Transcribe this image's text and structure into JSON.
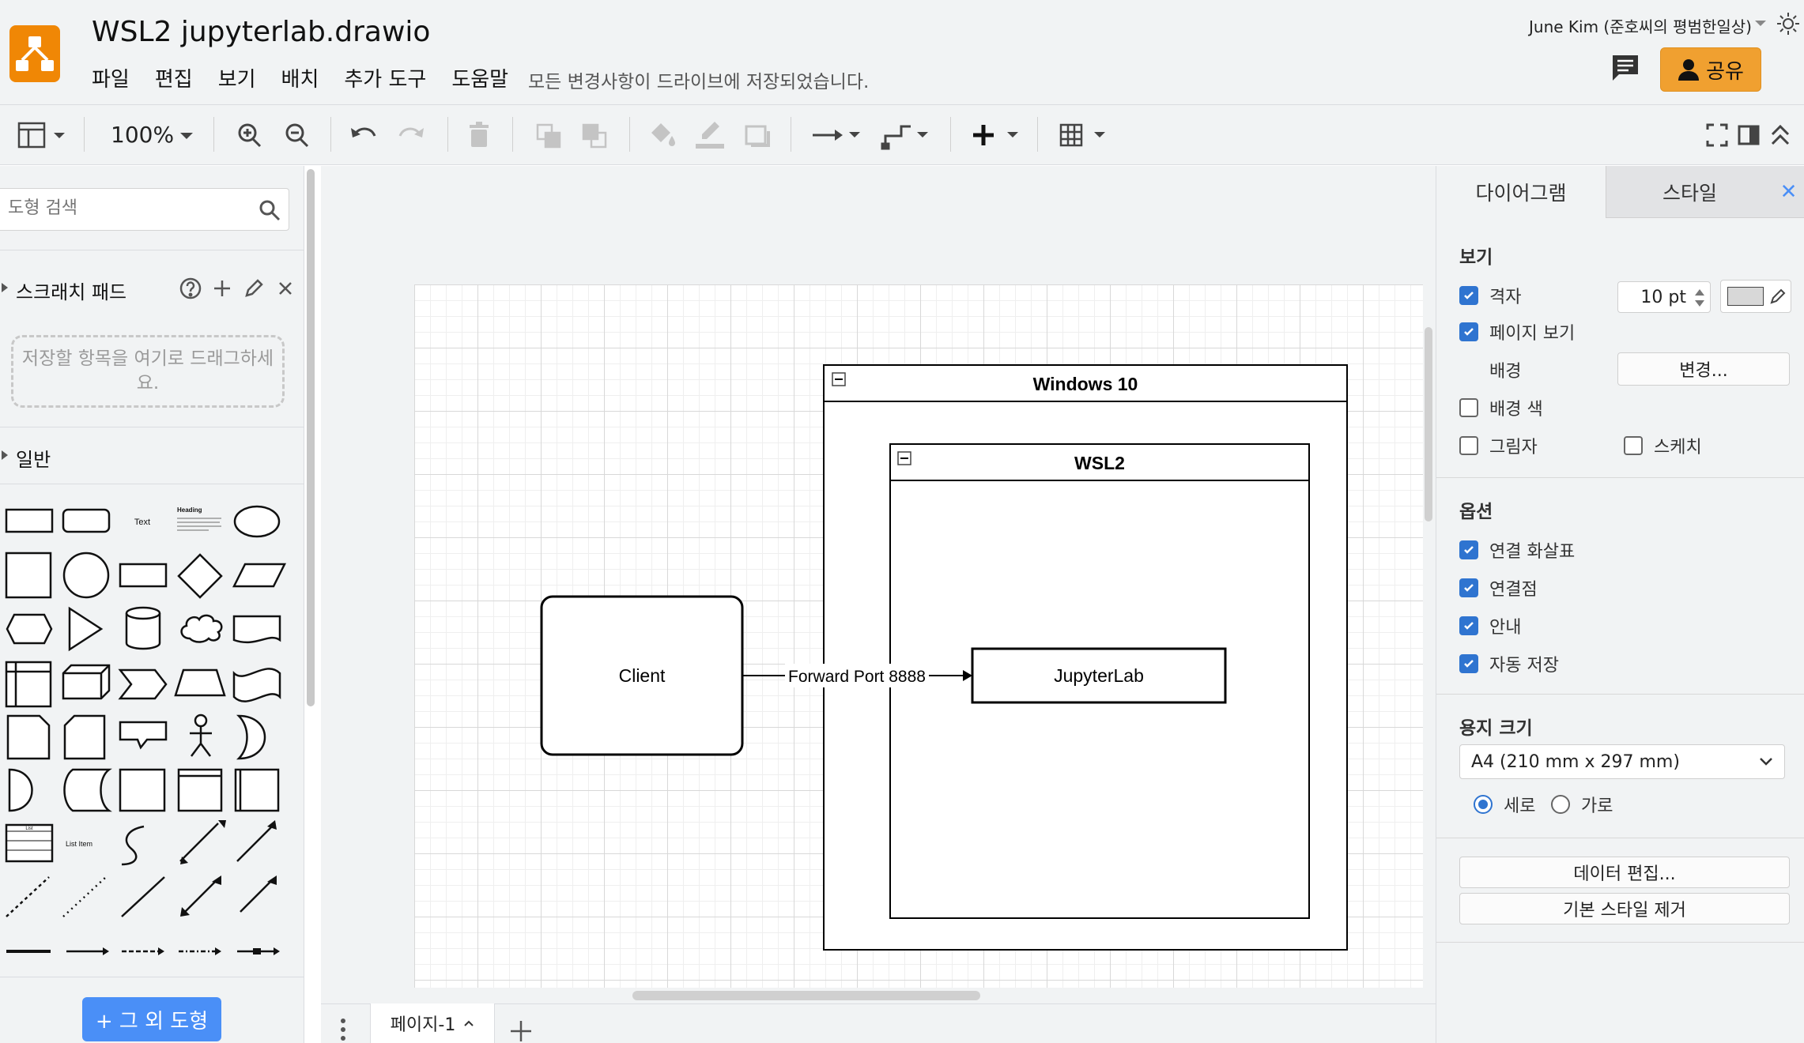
{
  "app": {
    "title": "WSL2 jupyterlab.drawio",
    "save_status": "모든 변경사항이 드라이브에 저장되었습니다.",
    "user_name": "June Kim (준호씨의 평범한일상)",
    "share_label": "공유",
    "accent_color": "#f08705"
  },
  "menu": [
    "파일",
    "편집",
    "보기",
    "배치",
    "추가 도구",
    "도움말"
  ],
  "toolbar": {
    "zoom": "100%",
    "icons": [
      "format-panel-icon",
      "zoom-in-icon",
      "zoom-out-icon",
      "undo-icon",
      "redo-icon",
      "delete-icon",
      "to-front-icon",
      "to-back-icon",
      "fill-color-icon",
      "line-color-icon",
      "shadow-icon",
      "connection-icon",
      "waypoints-icon",
      "insert-icon",
      "table-icon",
      "fullscreen-icon",
      "format-toggle-icon",
      "collapse-icon"
    ]
  },
  "left_panel": {
    "search_placeholder": "도형 검색",
    "scratchpad_title": "스크래치 패드",
    "scratchpad_hint": "저장할 항목을 여기로 드래그하세요.",
    "general_title": "일반",
    "shape_text_label": "Text",
    "shape_heading_label": "Heading",
    "shape_list_label": "List",
    "shape_list_item_label": "List Item",
    "more_shapes": "+ 그 외 도형"
  },
  "diagram": {
    "outer_container": "Windows 10",
    "inner_container": "WSL2",
    "client_label": "Client",
    "edge_label": "Forward Port 8888",
    "target_label": "JupyterLab"
  },
  "pages": {
    "current": "페이지-1"
  },
  "right_panel": {
    "tab_diagram": "다이어그램",
    "tab_style": "스타일",
    "view_heading": "보기",
    "grid_label": "격자",
    "grid_checked": true,
    "grid_size": "10 pt",
    "page_view_label": "페이지 보기",
    "page_view_checked": true,
    "background_label": "배경",
    "change_button": "변경...",
    "bg_color_label": "배경 색",
    "bg_color_checked": false,
    "shadow_label": "그림자",
    "shadow_checked": false,
    "sketch_label": "스케치",
    "sketch_checked": false,
    "options_heading": "옵션",
    "connection_arrows_label": "연결 화살표",
    "connection_points_label": "연결점",
    "guides_label": "안내",
    "autosave_label": "자동 저장",
    "paper_heading": "용지 크기",
    "paper_size": "A4 (210 mm x 297 mm)",
    "portrait_label": "세로",
    "landscape_label": "가로",
    "orientation": "portrait",
    "edit_data_button": "데이터 편집...",
    "clear_style_button": "기본 스타일 제거"
  }
}
